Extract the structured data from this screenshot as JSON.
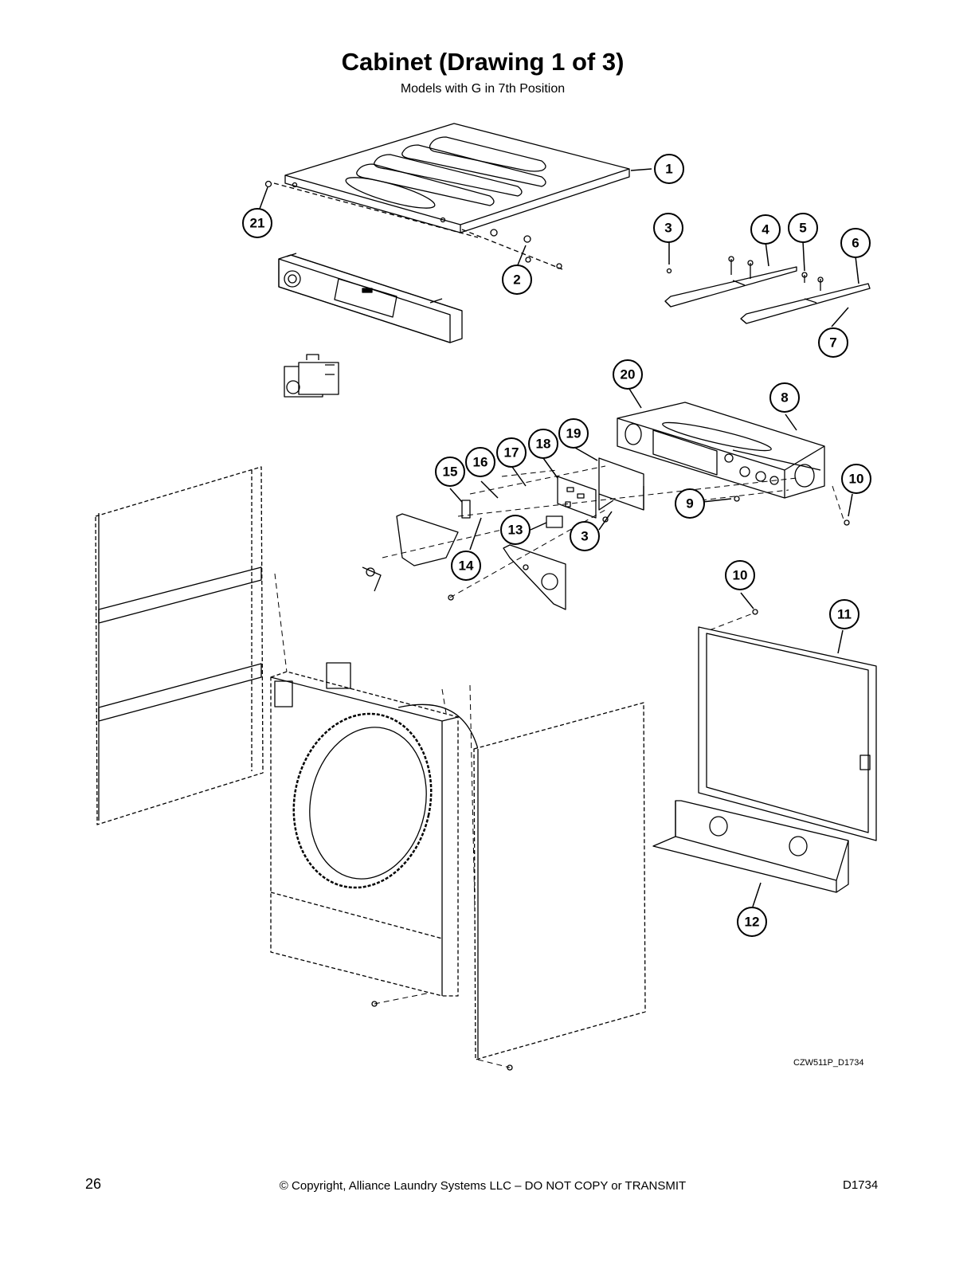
{
  "page": {
    "title": "Cabinet (Drawing 1 of 3)",
    "subtitle": "Models with G in 7th Position",
    "page_number": "26",
    "copyright": "© Copyright, Alliance Laundry Systems LLC – DO NOT COPY or TRANSMIT",
    "doc_code": "D1734",
    "drawing_code": "CZW511P_D1734"
  },
  "callouts": [
    "1",
    "2",
    "3",
    "4",
    "5",
    "6",
    "7",
    "20",
    "8",
    "19",
    "18",
    "17",
    "16",
    "15",
    "10",
    "9",
    "13",
    "3",
    "14",
    "10",
    "11",
    "12",
    "21"
  ]
}
